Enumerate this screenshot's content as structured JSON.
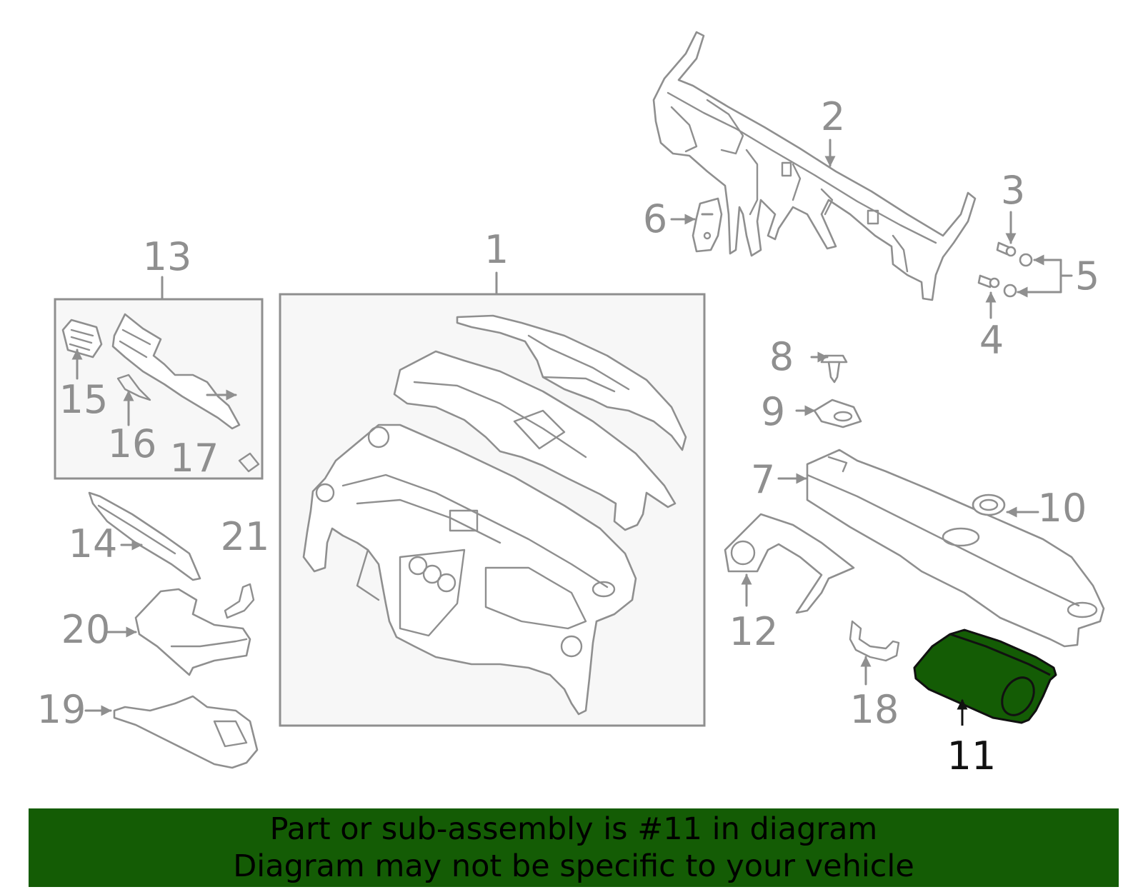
{
  "diagram": {
    "highlight_color": "#145c05",
    "callouts": {
      "c1": "1",
      "c2": "2",
      "c3": "3",
      "c4": "4",
      "c5": "5",
      "c6": "6",
      "c7": "7",
      "c8": "8",
      "c9": "9",
      "c10": "10",
      "c11": "11",
      "c12": "12",
      "c13": "13",
      "c14": "14",
      "c15": "15",
      "c16": "16",
      "c17": "17",
      "c18": "18",
      "c19": "19",
      "c20": "20",
      "c21": "21"
    },
    "highlighted_callout": "11"
  },
  "banner": {
    "line1": "Part or sub-assembly is #11 in diagram",
    "line2": "Diagram may not be specific to your vehicle"
  }
}
